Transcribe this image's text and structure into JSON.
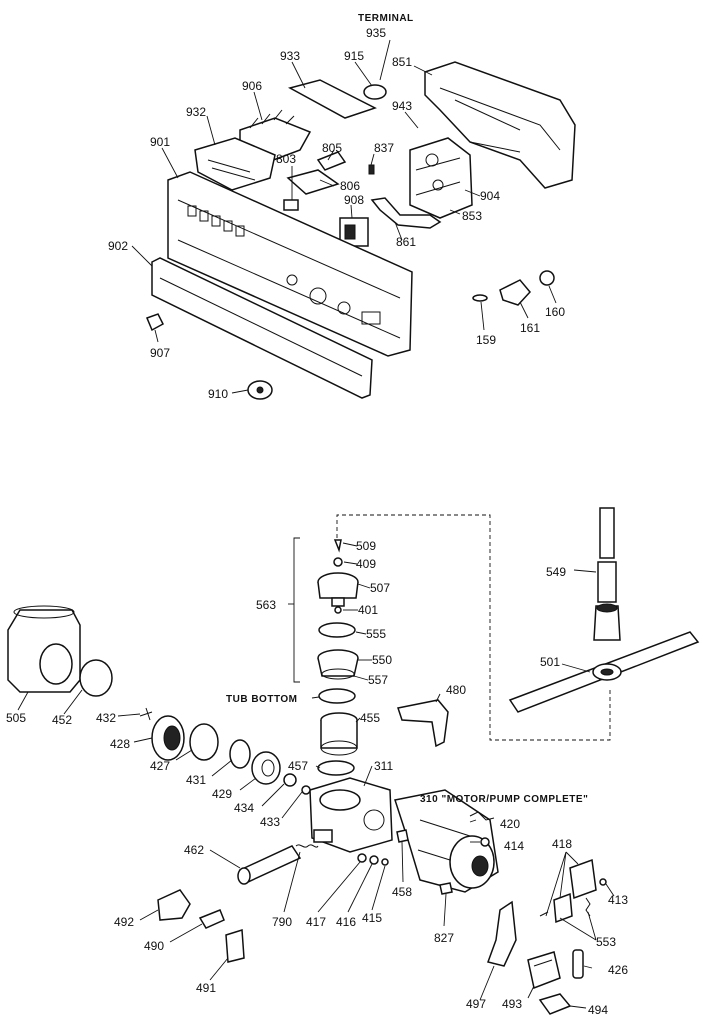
{
  "labels": {
    "terminal": "TERMINAL",
    "tub_bottom": "TUB BOTTOM",
    "motor_pump": "310 \"MOTOR/PUMP COMPLETE\"",
    "p935": "935",
    "p933": "933",
    "p915": "915",
    "p851": "851",
    "p906": "906",
    "p932": "932",
    "p901": "901",
    "p943": "943",
    "p805": "805",
    "p803": "803",
    "p837": "837",
    "p806": "806",
    "p908": "908",
    "p904": "904",
    "p853": "853",
    "p861": "861",
    "p902": "902",
    "p907": "907",
    "p910": "910",
    "p159": "159",
    "p161": "161",
    "p160": "160",
    "p509": "509",
    "p409": "409",
    "p507": "507",
    "p563": "563",
    "p401": "401",
    "p555": "555",
    "p550": "550",
    "p557": "557",
    "p549": "549",
    "p501": "501",
    "p480": "480",
    "p455": "455",
    "p457": "457",
    "p311": "311",
    "p420": "420",
    "p414": "414",
    "p505": "505",
    "p452": "452",
    "p432": "432",
    "p428": "428",
    "p427": "427",
    "p431": "431",
    "p429": "429",
    "p434": "434",
    "p433": "433",
    "p462": "462",
    "p790": "790",
    "p417": "417",
    "p416": "416",
    "p415": "415",
    "p458": "458",
    "p827": "827",
    "p418": "418",
    "p413": "413",
    "p553": "553",
    "p426": "426",
    "p492": "492",
    "p490": "490",
    "p491": "491",
    "p497": "497",
    "p493": "493",
    "p494": "494"
  }
}
